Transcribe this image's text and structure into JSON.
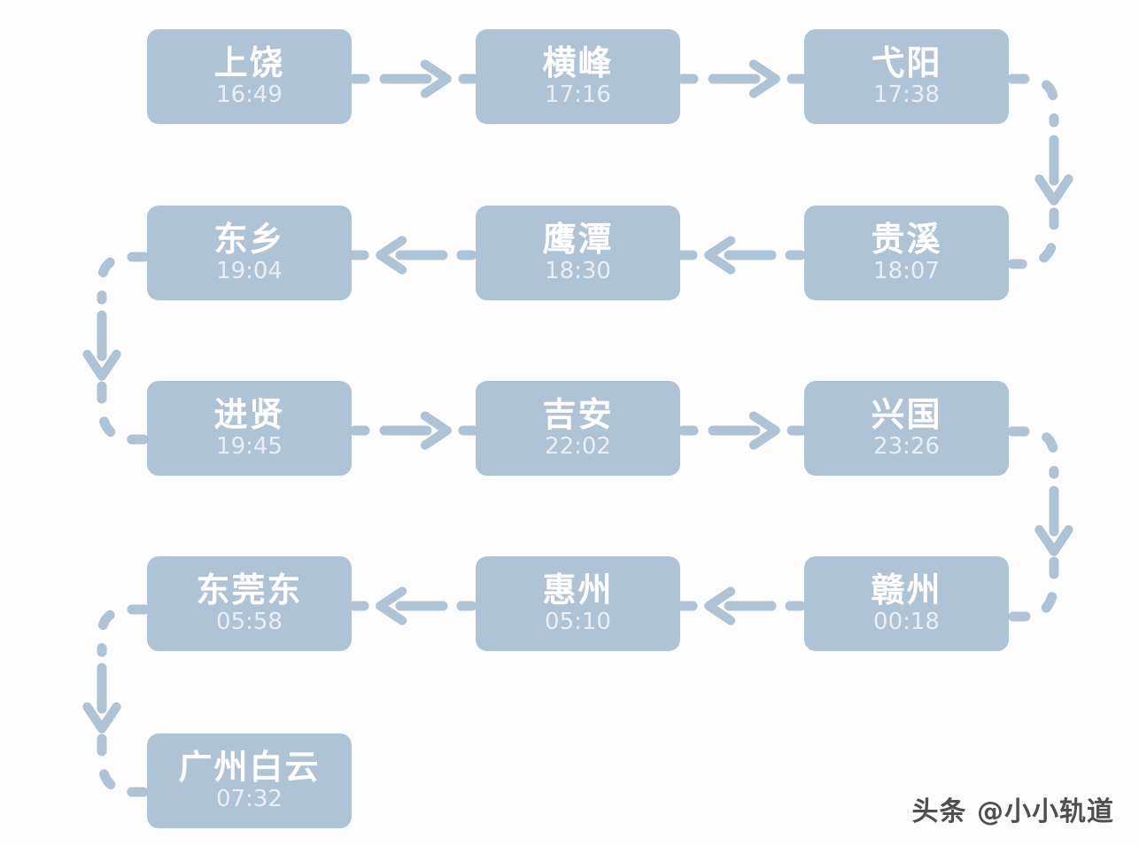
{
  "diagram": {
    "type": "train-route-flowchart",
    "stations": [
      {
        "name": "上饶",
        "time": "16:49"
      },
      {
        "name": "横峰",
        "time": "17:16"
      },
      {
        "name": "弋阳",
        "time": "17:38"
      },
      {
        "name": "贵溪",
        "time": "18:07"
      },
      {
        "name": "鹰潭",
        "time": "18:30"
      },
      {
        "name": "东乡",
        "time": "19:04"
      },
      {
        "name": "进贤",
        "time": "19:45"
      },
      {
        "name": "吉安",
        "time": "22:02"
      },
      {
        "name": "兴国",
        "time": "23:26"
      },
      {
        "name": "赣州",
        "time": "00:18"
      },
      {
        "name": "惠州",
        "time": "05:10"
      },
      {
        "name": "东莞东",
        "time": "05:58"
      },
      {
        "name": "广州白云",
        "time": "07:32"
      }
    ],
    "colors": {
      "box_fill": "#afc3d7",
      "station_name_text": "#ffffff",
      "station_time_text": "rgba(255,255,255,0.72)",
      "connector": "#afc3d7",
      "background": "#fdfdfd",
      "watermark_text": "#373737"
    }
  },
  "watermark": {
    "text": "头条 @小小轨道"
  }
}
